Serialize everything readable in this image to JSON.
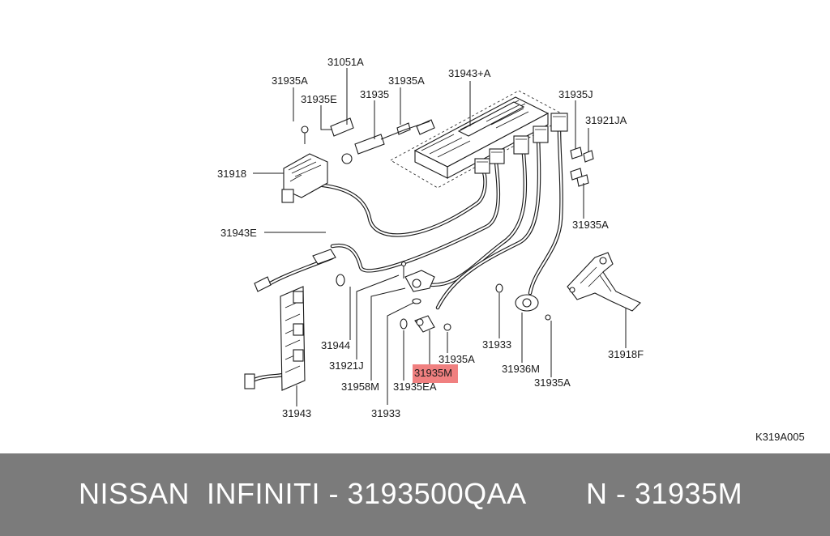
{
  "diagram": {
    "code": "K319A005",
    "highlight_color": "#f08080",
    "labels": {
      "l31051A": "31051A",
      "l31935A_top_left": "31935A",
      "l31935A_top": "31935A",
      "l31943A": "31943+A",
      "l31935E": "31935E",
      "l31935": "31935",
      "l31935J": "31935J",
      "l31921JA": "31921JA",
      "l31918": "31918",
      "l31935A_right": "31935A",
      "l31943E": "31943E",
      "l31944": "31944",
      "l31921J": "31921J",
      "l31958M": "31958M",
      "l31935M": "31935M",
      "l31935A_mid": "31935A",
      "l31935EA": "31935EA",
      "l31933_mid": "31933",
      "l31933_bottom": "31933",
      "l31936M": "31936M",
      "l31935A_bottom": "31935A",
      "l31918F": "31918F",
      "l31943": "31943"
    }
  },
  "footer": {
    "brand_and_number": "NISSAN  INFINITI - 3193500QAA",
    "part_ref": "N - 31935M"
  }
}
